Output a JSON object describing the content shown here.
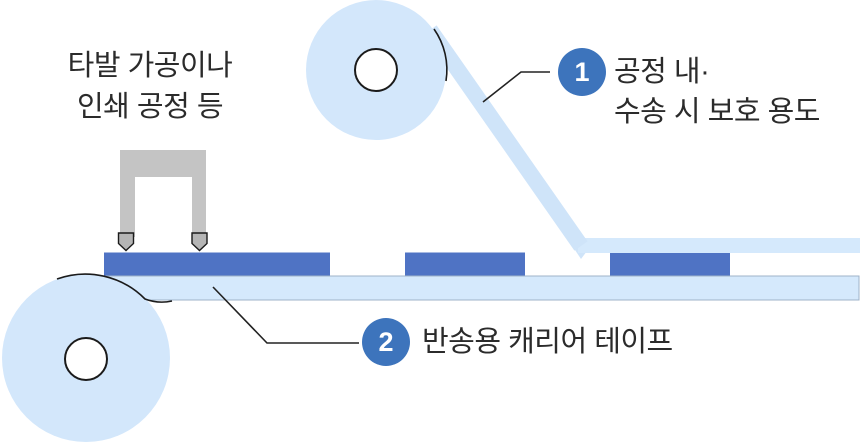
{
  "colors": {
    "background": "#ffffff",
    "tape_light_blue": "#d5e9fc",
    "reel_light_blue": "#d3e7fb",
    "peel_band_blue": "#cfe4f9",
    "component_blue": "#4f73c4",
    "badge_blue": "#3d74bc",
    "machine_gray": "#c4c4c4",
    "punch_gray": "#b5b5b5",
    "hub_white": "#ffffff",
    "outline_dark": "#1b1b1b",
    "leader_dark": "#222222",
    "text_dark": "#2b2b2b",
    "tape_edge_gray": "#9fb3c8"
  },
  "labels": {
    "process_note": {
      "line1": "타발 가공이나",
      "line2": "인쇄 공정 등"
    },
    "callout_1": {
      "number": "1",
      "line1": "공정 내·",
      "line2": "수송 시 보호 용도"
    },
    "callout_2": {
      "number": "2",
      "text": "반송용 캐리어 테이프"
    }
  }
}
